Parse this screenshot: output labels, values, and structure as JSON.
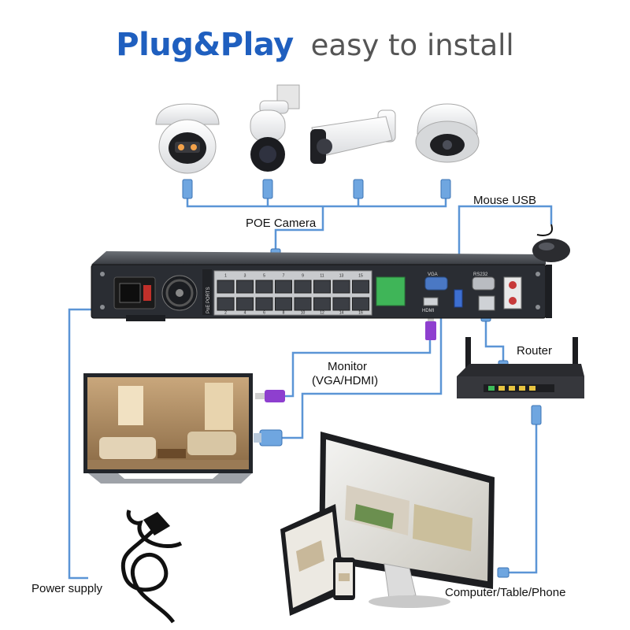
{
  "title": {
    "bold": "Plug&Play",
    "rest": "easy to install"
  },
  "labels": {
    "poe_camera": "POE Camera",
    "mouse_usb": "Mouse USB",
    "router": "Router",
    "monitor_line1": "Monitor",
    "monitor_line2": "(VGA/HDMI)",
    "power_supply": "Power supply",
    "computer": "Computer/Table/Phone"
  },
  "nvr": {
    "side_label": "PoE PORTS",
    "port_numbers_top": [
      "1",
      "3",
      "5",
      "7",
      "9",
      "11",
      "13",
      "15"
    ],
    "port_numbers_bottom": [
      "2",
      "4",
      "6",
      "8",
      "10",
      "12",
      "14",
      "16"
    ],
    "vga": "VGA",
    "hdmi": "HDMI",
    "rs232": "RS232"
  },
  "colors": {
    "brand_blue": "#1f5fbf",
    "cable_blue": "#5b95d6",
    "nvr_body": "#2a2d33"
  }
}
